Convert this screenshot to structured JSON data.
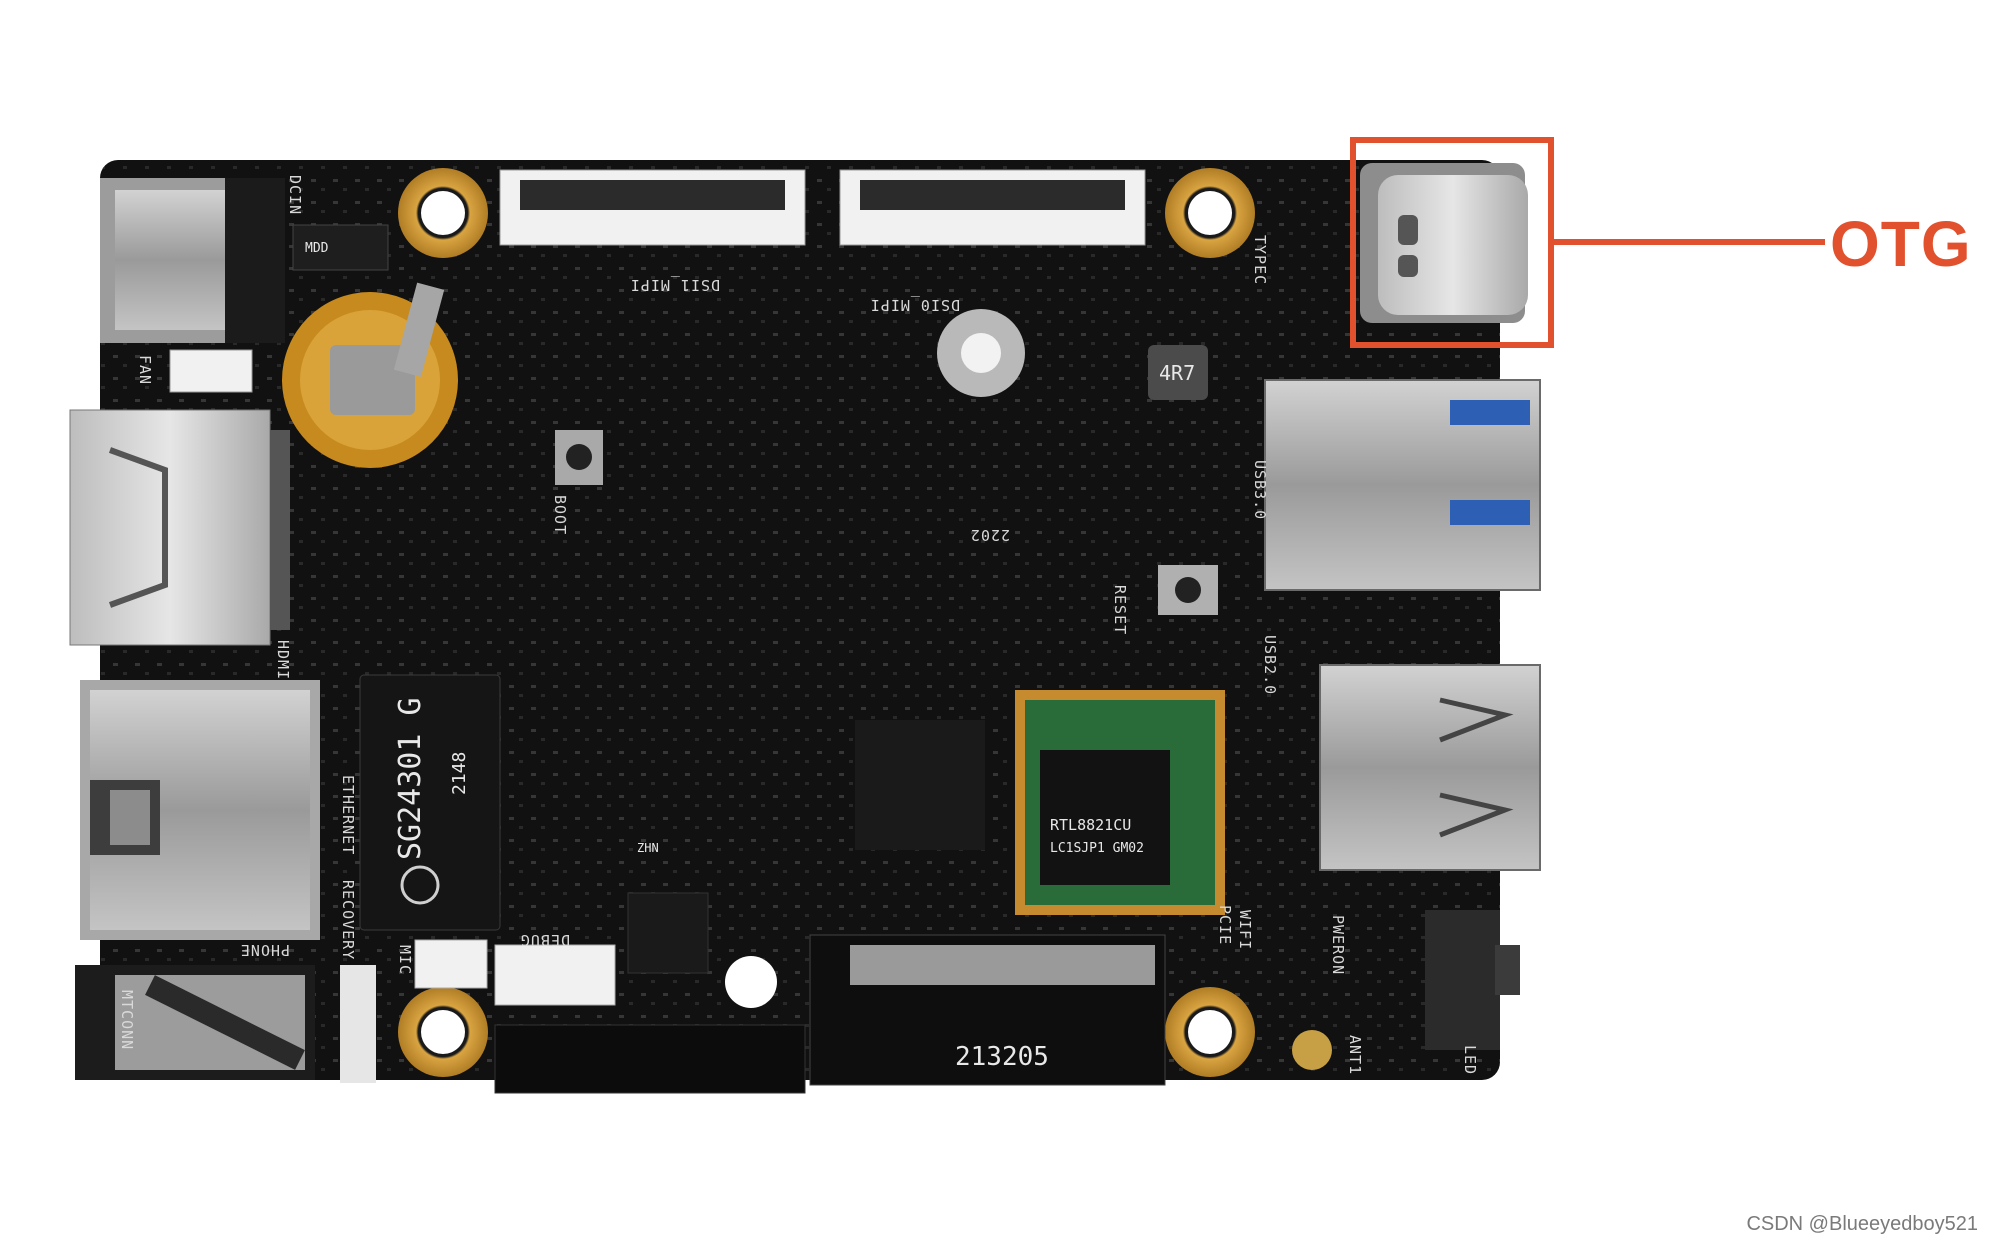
{
  "callout": {
    "label": "OTG",
    "color": "#e2512d"
  },
  "watermark": "CSDN @Blueeyedboy521",
  "board": {
    "pcb_color": "#111111",
    "silkscreen": {
      "dcin": "DCIN",
      "fan": "FAN",
      "dsi1": "DSI1_MIPI",
      "dsi0": "DSI0_MIPI",
      "typec": "TYPEC",
      "usb3": "USB3.0",
      "usb2": "USB2.0",
      "reset": "RESET",
      "boot": "BOOT",
      "hdmi": "HDMI",
      "ethernet": "ETHERNET",
      "recovery": "RECOVERY",
      "mic": "MIC",
      "debug": "DEBUG",
      "phone": "PHONE",
      "mtconn": "MTCONN",
      "wifi": "WIFI",
      "pcie": "PCIE",
      "pweron": "PWERON",
      "ant1": "ANT1",
      "led": "LED",
      "date_code": "2202"
    },
    "chips": {
      "transformer_model": "SG24301 G",
      "transformer_code": "2148",
      "wifi_line1": "RTL8821CU",
      "wifi_line2": "LC1SJP1 GM02",
      "inductor": "4R7",
      "m2_code": "213205",
      "diode": "MDD",
      "small_ic": "ZHN"
    }
  }
}
